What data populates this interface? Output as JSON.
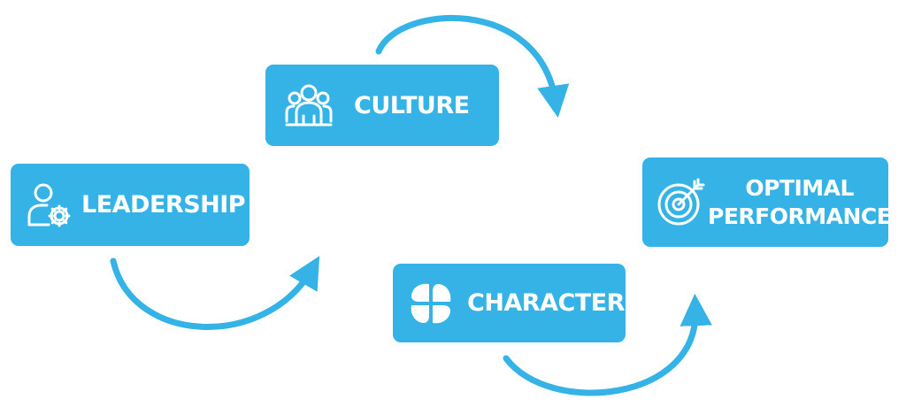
{
  "colors": {
    "accent": "#35b3e6",
    "text": "#ffffff",
    "background": "#ffffff"
  },
  "steps": [
    {
      "id": "leadership",
      "label": "LEADERSHIP",
      "icon": "person-gear-icon"
    },
    {
      "id": "culture",
      "label": "CULTURE",
      "icon": "group-people-icon"
    },
    {
      "id": "character",
      "label": "CHARACTER",
      "icon": "four-petal-icon"
    },
    {
      "id": "optimal",
      "label_lines": [
        "OPTIMAL",
        "PERFORMANCE"
      ],
      "icon": "target-arrow-icon"
    }
  ]
}
